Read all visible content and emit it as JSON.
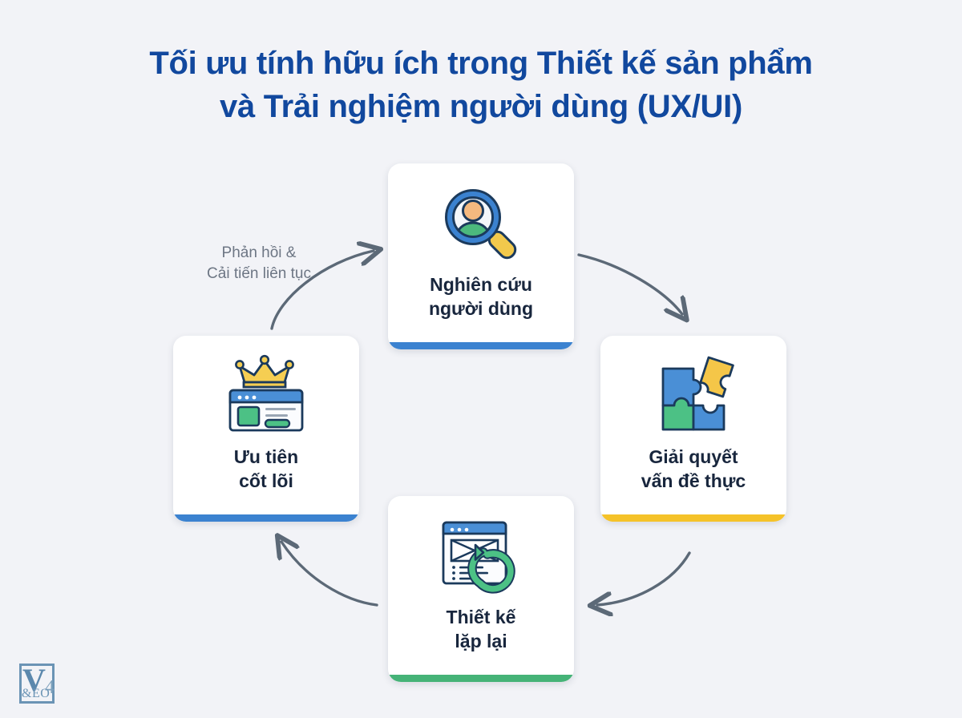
{
  "page": {
    "background_color": "#f2f3f7",
    "title_line_1": "Tối ưu tính hữu ích trong Thiết kế sản phẩm",
    "title_line_2": "và Trải nghiệm người dùng (UX/UI)",
    "title_color": "#11489e"
  },
  "colors": {
    "blue": "#3b82d0",
    "yellow": "#f5c229",
    "green": "#45b377",
    "navy_text": "#18263d",
    "arrow_gray": "#5c6977",
    "annotation_gray": "#6d7684",
    "peach": "#f5b97f",
    "outline_navy": "#1b3a5c"
  },
  "cycle": {
    "steps": [
      {
        "id": "research",
        "label": "Nghiên cứu\nngười dùng",
        "icon": "magnifier-user-icon",
        "accent_color": "#3b82d0",
        "position": "top"
      },
      {
        "id": "problem",
        "label": "Giải quyết\nvấn đề thực",
        "icon": "puzzle-pieces-icon",
        "accent_color": "#f5c229",
        "position": "right"
      },
      {
        "id": "iterate",
        "label": "Thiết kế\nlặp lại",
        "icon": "wireframe-refresh-icon",
        "accent_color": "#45b377",
        "position": "bottom"
      },
      {
        "id": "core",
        "label": "Ưu tiên\ncốt lõi",
        "icon": "crown-window-icon",
        "accent_color": "#3b82d0",
        "position": "left"
      }
    ],
    "annotation": "Phản hồi &\nCải tiến liên tục",
    "arrows": [
      {
        "id": "arrow-research-to-problem",
        "from": "research",
        "to": "problem"
      },
      {
        "id": "arrow-problem-to-iterate",
        "from": "problem",
        "to": "iterate"
      },
      {
        "id": "arrow-iterate-to-core",
        "from": "iterate",
        "to": "core"
      },
      {
        "id": "arrow-core-to-research",
        "from": "core",
        "to": "research"
      }
    ]
  },
  "logo": {
    "mark": "V",
    "superscript": "4",
    "subtext": "&EO"
  }
}
